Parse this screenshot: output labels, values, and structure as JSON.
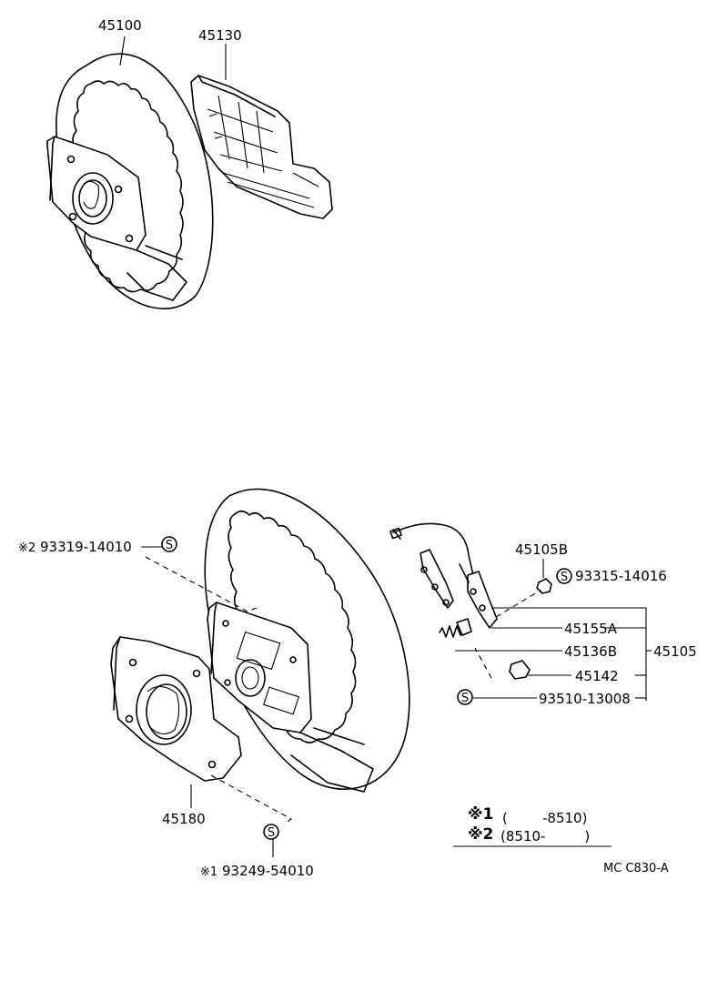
{
  "upper_assembly": {
    "part_steering_wheel": "45100",
    "part_pad": "45130"
  },
  "lower_assembly": {
    "part_steering_wheel_lower_cover": "45180",
    "part_screw_top": {
      "marker": "※2",
      "number": "93319-14010",
      "symbol": "S"
    },
    "part_screw_bottom": {
      "marker": "※1",
      "number": "93249-54010",
      "symbol": "S"
    },
    "part_nut": "45105B",
    "part_screw_right": {
      "symbol": "S",
      "number": "93315-14016"
    },
    "part_switch_a": "45155A",
    "part_spring_b": "45136B",
    "part_switch_assy": "45105",
    "part_contact": "45142",
    "part_screw_contact": {
      "symbol": "S",
      "number": "93510-13008"
    }
  },
  "legend": {
    "row1_marker": "※1",
    "row1_range": "(        -8510)",
    "row2_marker": "※2",
    "row2_range": "(8510-         )"
  },
  "diagram_code": "MC C830-A"
}
